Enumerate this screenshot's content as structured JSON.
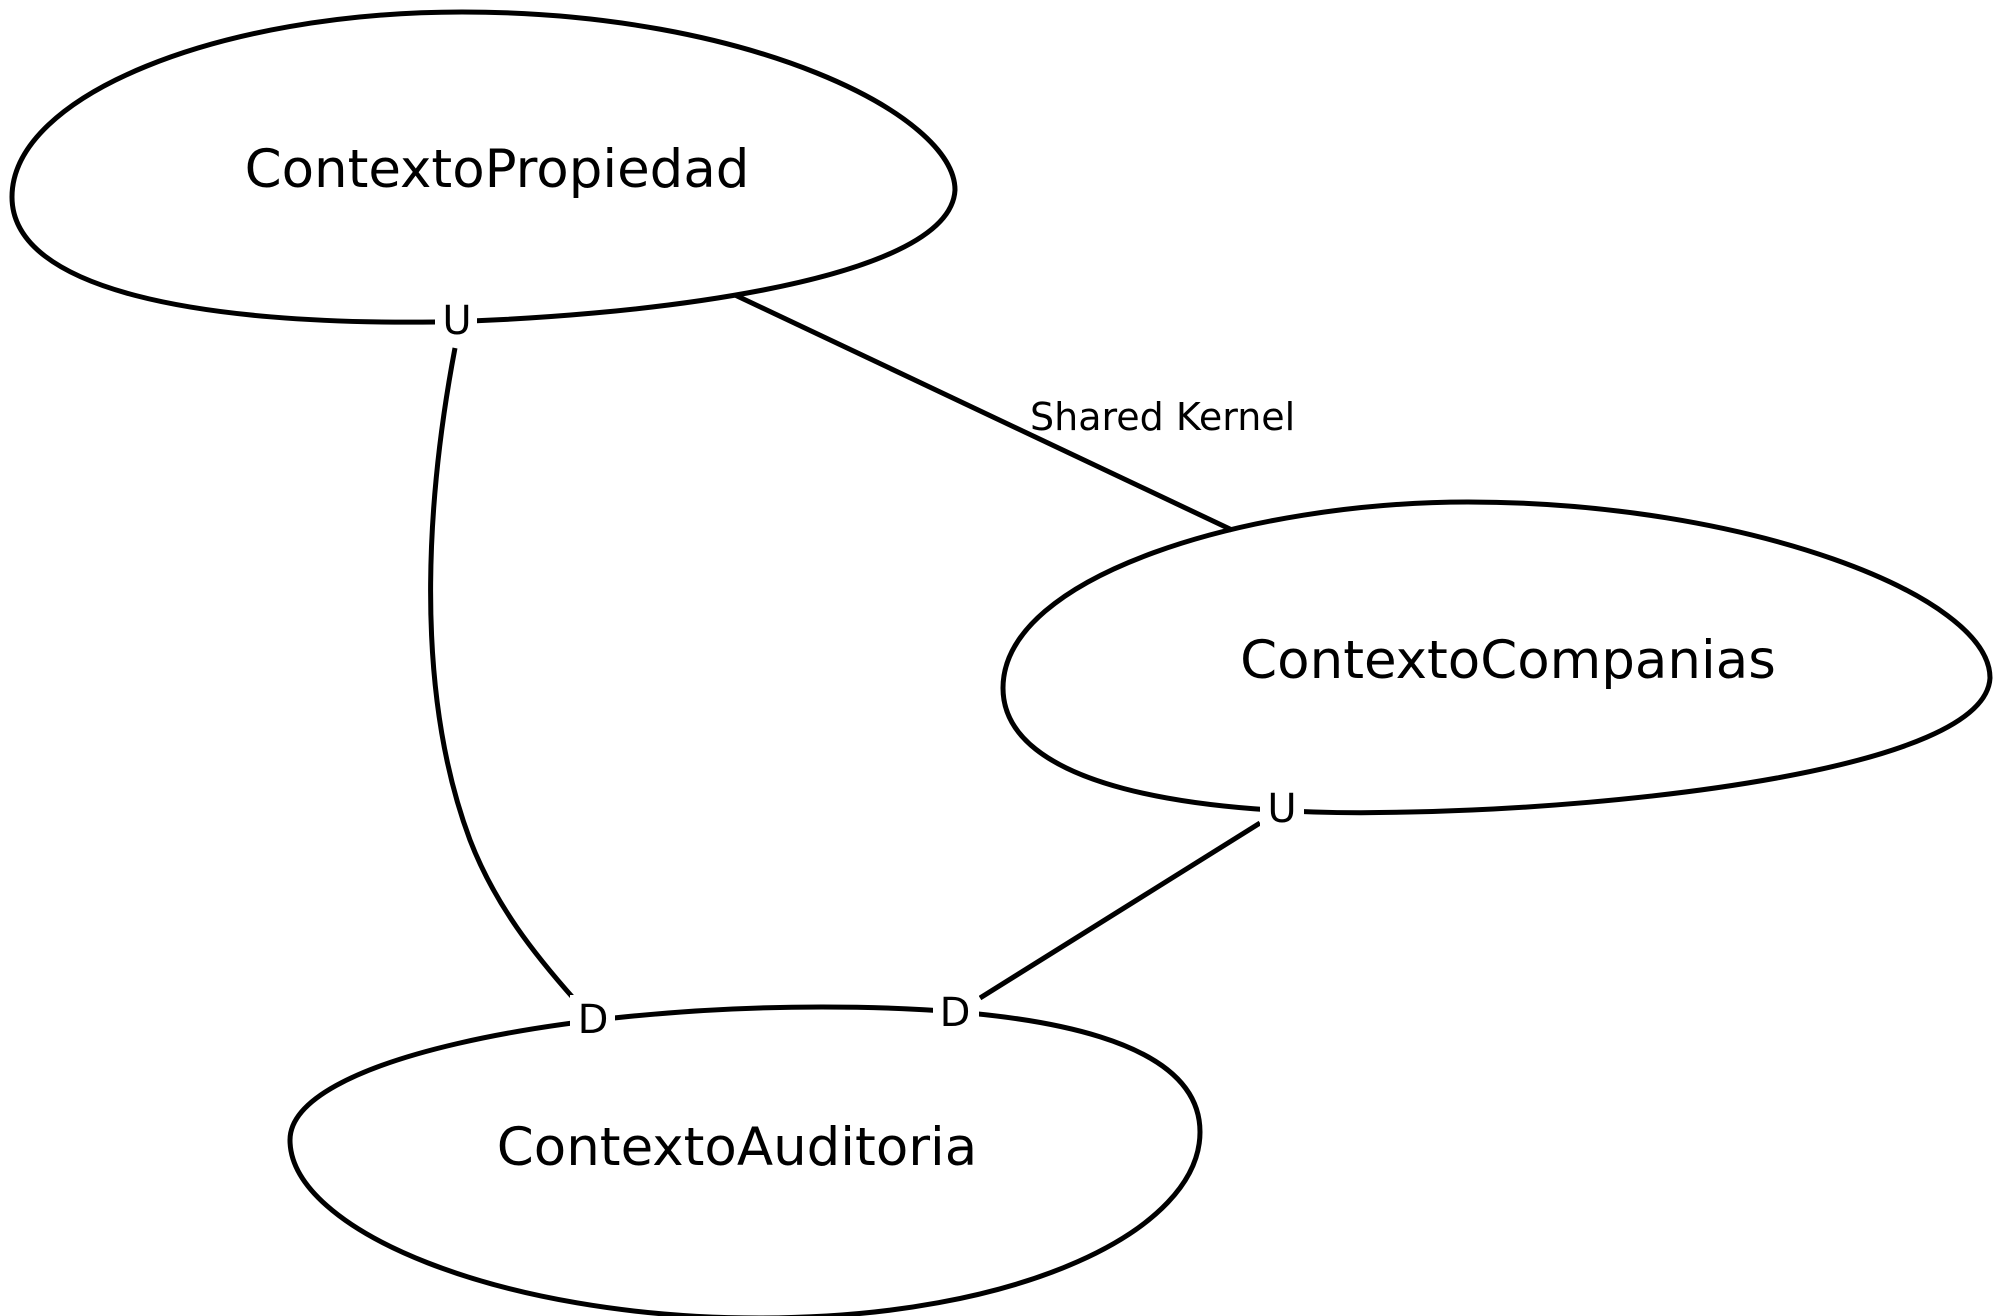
{
  "nodes": {
    "propiedad": {
      "label": "ContextoPropiedad"
    },
    "companias": {
      "label": "ContextoCompanias"
    },
    "auditoria": {
      "label": "ContextoAuditoria"
    }
  },
  "relations": {
    "shared_kernel": {
      "label": "Shared Kernel"
    },
    "propiedad_to_auditoria": {
      "upstream": "U",
      "downstream": "D"
    },
    "companias_to_auditoria": {
      "upstream": "U",
      "downstream": "D"
    }
  }
}
